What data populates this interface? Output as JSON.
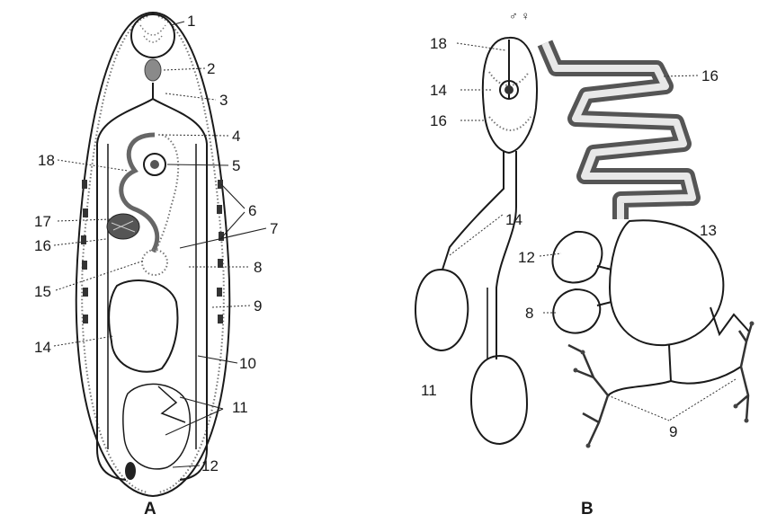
{
  "figure": {
    "panels": [
      {
        "id": "A",
        "label": "A"
      },
      {
        "id": "B",
        "label": "B"
      }
    ],
    "panel_a_labels": [
      "1",
      "2",
      "3",
      "4",
      "5",
      "6",
      "7",
      "8",
      "9",
      "10",
      "11",
      "12",
      "14",
      "15",
      "16",
      "17",
      "18"
    ],
    "panel_b_labels": [
      "18",
      "14",
      "16",
      "14",
      "11",
      "16",
      "13",
      "12",
      "8",
      "9"
    ],
    "panel_b_symbols": "♂ ♀"
  }
}
